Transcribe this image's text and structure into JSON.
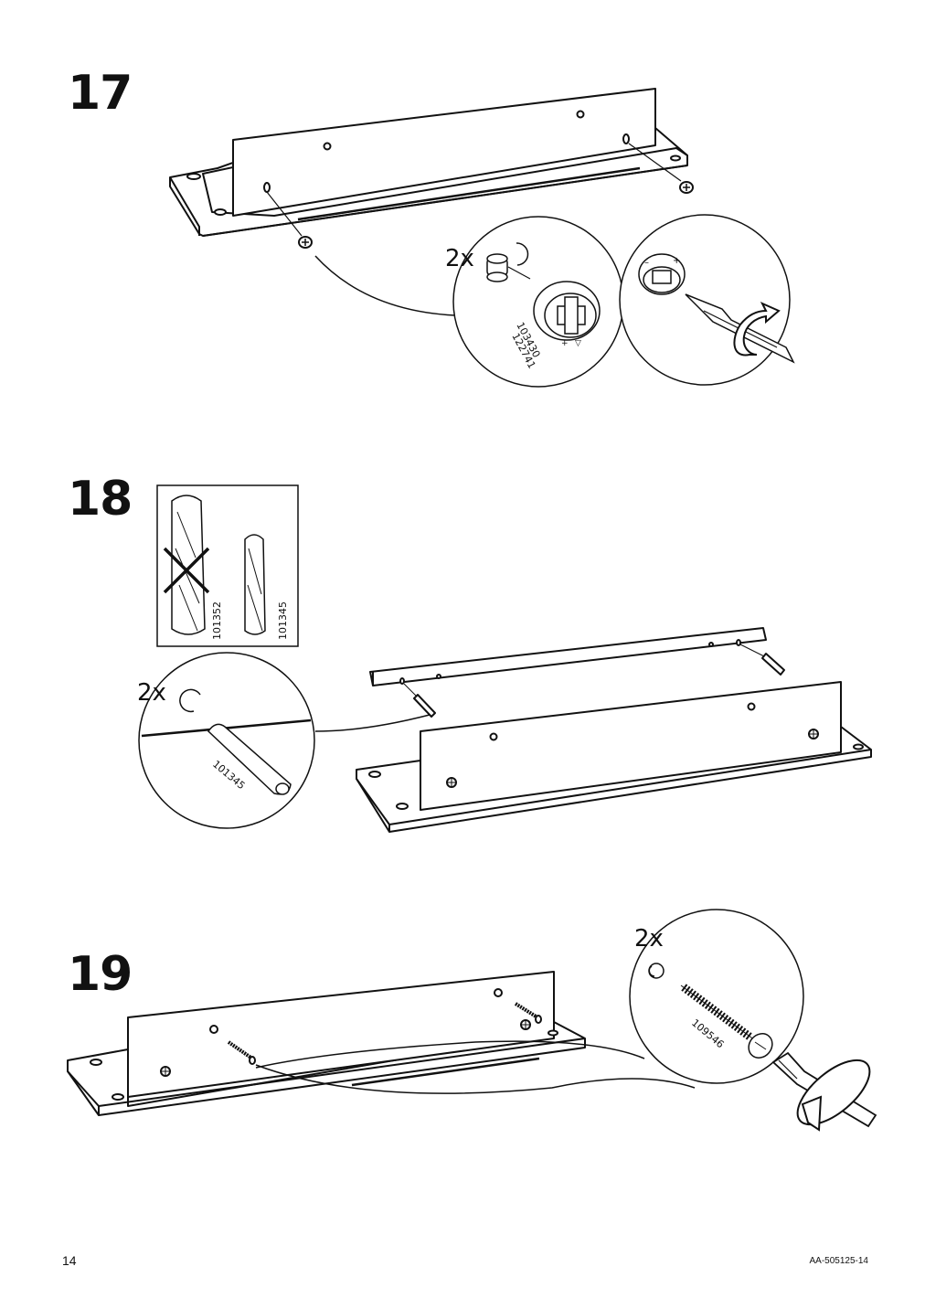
{
  "steps": [
    {
      "number": "17",
      "callouts": [
        {
          "quantity": "2x",
          "part_numbers": [
            "103430",
            "122741"
          ]
        }
      ]
    },
    {
      "number": "18",
      "inset": {
        "rejected_part": "101352",
        "accepted_part": "101345"
      },
      "callouts": [
        {
          "quantity": "2x",
          "part_numbers": [
            "101345"
          ]
        }
      ]
    },
    {
      "number": "19",
      "callouts": [
        {
          "quantity": "2x",
          "part_numbers": [
            "109546"
          ]
        }
      ]
    }
  ],
  "footer": {
    "page_number": "14",
    "document_code": "AA-505125-14"
  },
  "icons": [
    "cam-lock-icon",
    "screwdriver-icon",
    "rotation-arrow-icon",
    "wooden-dowel-icon",
    "cross-mark-icon",
    "screw-icon"
  ]
}
